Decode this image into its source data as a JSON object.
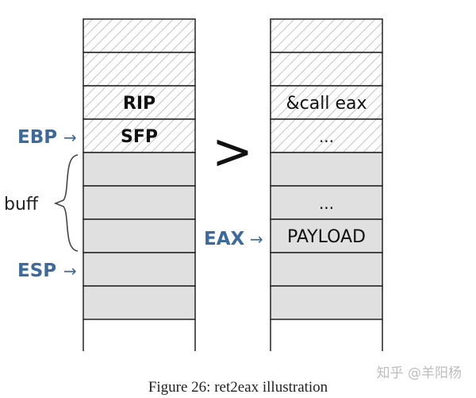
{
  "left_stack": {
    "cells": [
      {
        "label": "",
        "fill": "hatch"
      },
      {
        "label": "",
        "fill": "hatch"
      },
      {
        "label": "RIP",
        "fill": "hatch"
      },
      {
        "label": "SFP",
        "fill": "hatch"
      },
      {
        "label": "",
        "fill": "gray"
      },
      {
        "label": "",
        "fill": "gray"
      },
      {
        "label": "",
        "fill": "gray"
      },
      {
        "label": "",
        "fill": "gray"
      },
      {
        "label": "",
        "fill": "gray"
      }
    ]
  },
  "right_stack": {
    "cells": [
      {
        "label": "",
        "fill": "hatch"
      },
      {
        "label": "",
        "fill": "hatch"
      },
      {
        "label": "&call eax",
        "fill": "hatch"
      },
      {
        "label": "...",
        "fill": "hatch"
      },
      {
        "label": "",
        "fill": "gray"
      },
      {
        "label": "...",
        "fill": "gray"
      },
      {
        "label": "PAYLOAD",
        "fill": "gray"
      },
      {
        "label": "",
        "fill": "gray"
      },
      {
        "label": "",
        "fill": "gray"
      }
    ]
  },
  "pointers": {
    "ebp": "EBP",
    "esp": "ESP",
    "eax": "EAX",
    "arrow": "→"
  },
  "buff_label": "buff",
  "transition_symbol": ">",
  "caption": "Figure 26: ret2eax illustration",
  "watermark": "知乎 @羊阳杨",
  "colors": {
    "pointer": "#3d6a9a",
    "gray_cell": "#e0e0e0",
    "hatch": "#c4c4c4",
    "border": "#222222"
  }
}
